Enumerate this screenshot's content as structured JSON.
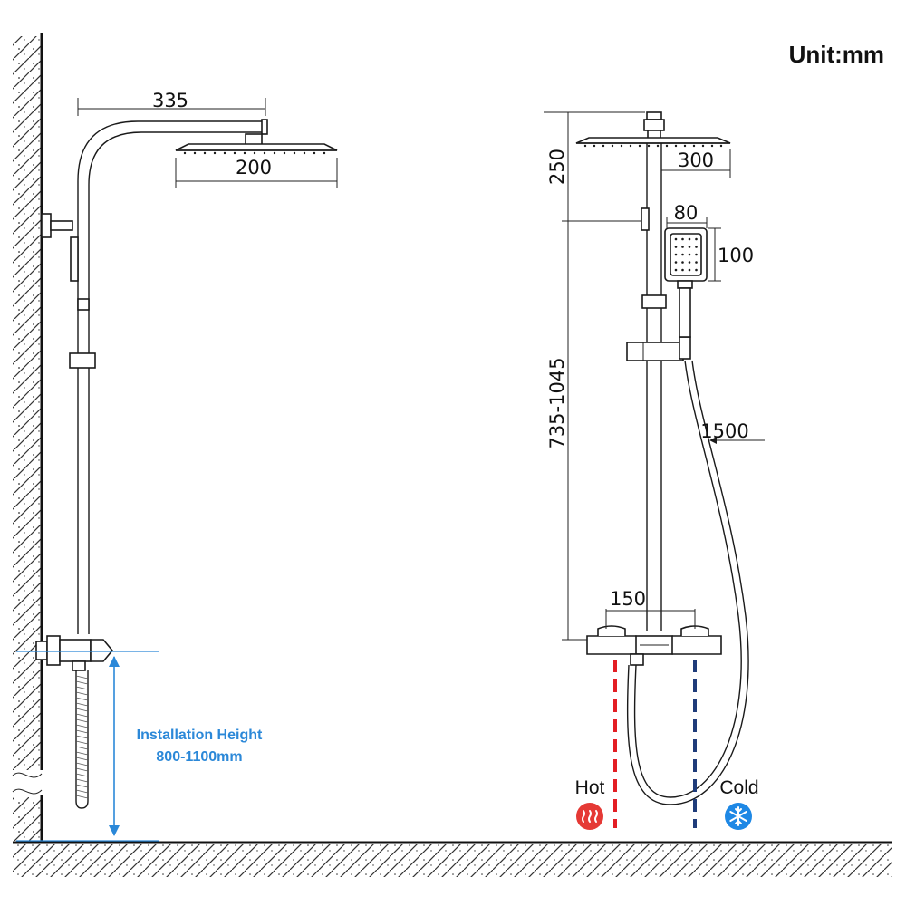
{
  "unit_label": "Unit:mm",
  "side_view": {
    "arm_length": "335",
    "head_diameter": "200",
    "installation_label": "Installation Height",
    "installation_range": "800-1100mm"
  },
  "front_view": {
    "head_height": "250",
    "head_width": "300",
    "handset_width": "80",
    "handset_height": "100",
    "bar_range": "735-1045",
    "hose_length": "1500",
    "inlet_spacing": "150",
    "hot_label": "Hot",
    "cold_label": "Cold"
  },
  "colors": {
    "hot": "#e31e24",
    "cold": "#1f3c7a",
    "installation": "#2b88d8",
    "hot_icon": "#e53935",
    "cold_icon": "#1e88e5"
  },
  "icons": {
    "hot": "heat-waves-icon",
    "cold": "snowflake-icon"
  }
}
